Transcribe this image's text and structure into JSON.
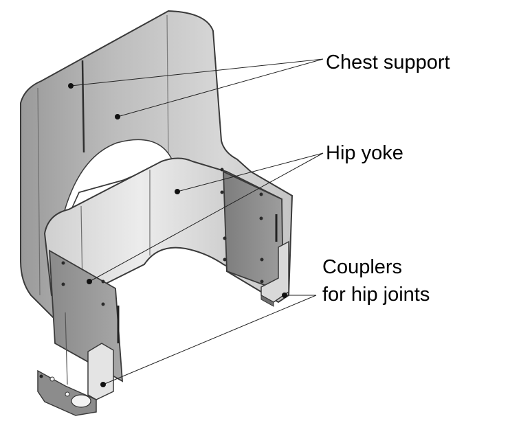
{
  "labels": {
    "chest_support": "Chest support",
    "hip_yoke": "Hip yoke",
    "couplers_line1": "Couplers",
    "couplers_line2": "for hip joints"
  },
  "colors": {
    "metal_dark": "#8e8e8e",
    "metal_mid": "#b8b8b8",
    "metal_light": "#e3e3e3",
    "outline": "#3a3a3a",
    "leader": "#222222"
  }
}
